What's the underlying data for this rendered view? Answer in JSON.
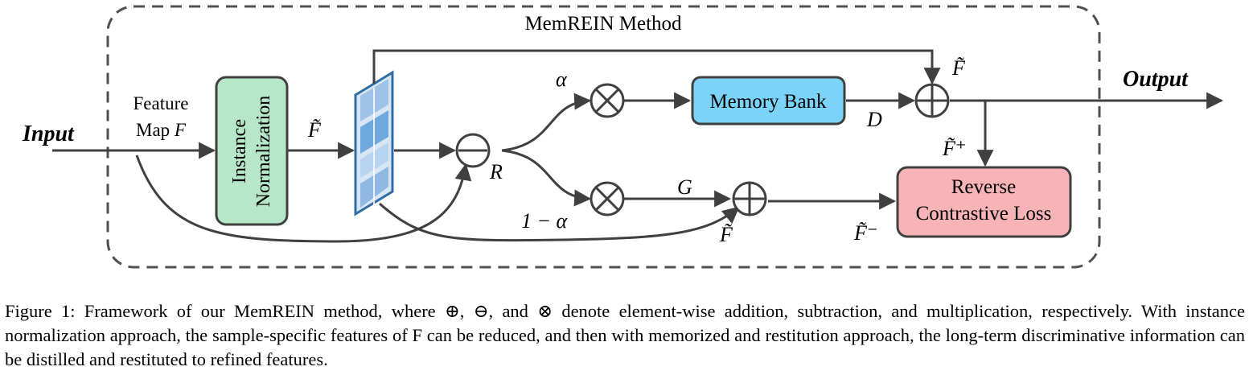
{
  "diagram": {
    "method_title": "MemREIN Method",
    "input_label": "Input",
    "output_label": "Output",
    "feature_map_line1": "Feature",
    "feature_map_line2_text": "Map ",
    "feature_map_line2_var": "F",
    "instance_norm_line1": "Instance",
    "instance_norm_line2": "Normalization",
    "memory_bank_label": "Memory Bank",
    "reverse_loss_line1": "Reverse",
    "reverse_loss_line2": "Contrastive Loss",
    "f_tilde": "F̃",
    "f_tilde_plus": "F̃⁺",
    "f_tilde_minus": "F̃⁻",
    "alpha": "α",
    "one_minus_alpha": "1 − α",
    "R": "R",
    "G": "G",
    "D": "D",
    "colors": {
      "instance_norm_fill": "#b6e7c9",
      "memory_bank_fill": "#7bd3f7",
      "reverse_loss_fill": "#f7b3b6",
      "feature_map_blue": "#6fa8dc"
    }
  },
  "caption": "Figure 1: Framework of our MemREIN method, where ⊕, ⊖, and ⊗ denote element-wise addition, subtraction, and multiplication, respectively. With instance normalization approach, the sample-specific features of F can be reduced, and then with memorized and restitution approach, the long-term discriminative information can be distilled and restituted to refined features."
}
